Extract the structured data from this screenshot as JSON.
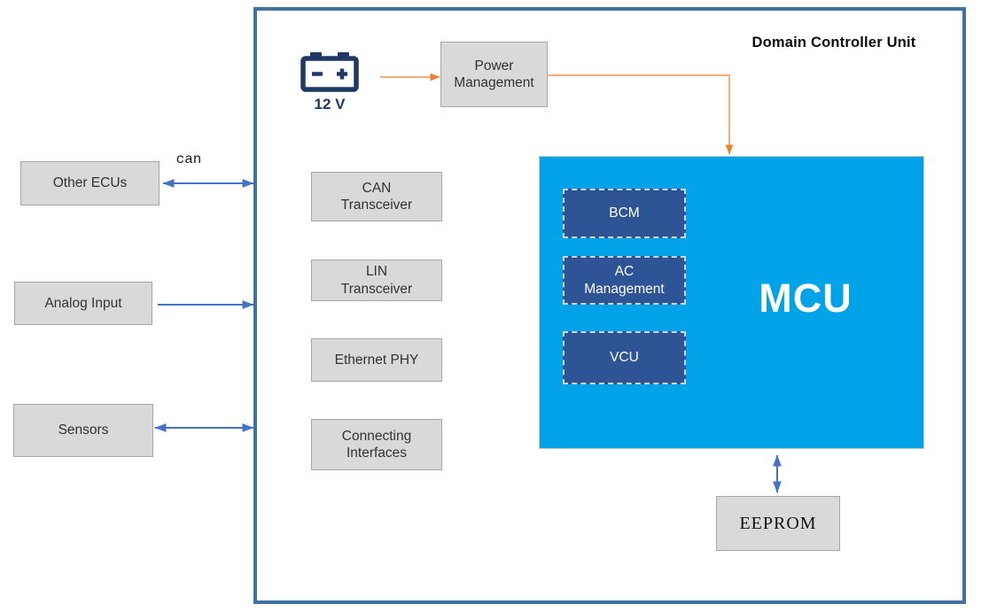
{
  "title": "Domain Controller Unit",
  "battery": {
    "icon": "car-battery",
    "label": "12 V"
  },
  "bus_label": "can",
  "external": {
    "other_ecus": "Other ECUs",
    "analog_input": "Analog Input",
    "sensors": "Sensors"
  },
  "internal": {
    "power_management": "Power Management",
    "can_transceiver": "CAN Transceiver",
    "lin_transceiver": "LIN Transceiver",
    "ethernet_phy": "Ethernet PHY",
    "connecting_interfaces": "Connecting Interfaces"
  },
  "mcu": {
    "label": "MCU",
    "modules": {
      "bcm": "BCM",
      "ac_management": "AC Management",
      "vcu": "VCU"
    }
  },
  "eeprom": "EEPROM",
  "edges": [
    {
      "from": "battery-12v",
      "to": "power_management",
      "style": "orange",
      "heads": "end"
    },
    {
      "from": "power_management",
      "to": "mcu",
      "style": "orange",
      "heads": "end"
    },
    {
      "from": "other_ecus",
      "to": "domain-controller-unit",
      "style": "blue",
      "heads": "both",
      "label": "can"
    },
    {
      "from": "analog_input",
      "to": "domain-controller-unit",
      "style": "blue",
      "heads": "end"
    },
    {
      "from": "sensors",
      "to": "domain-controller-unit",
      "style": "blue",
      "heads": "both"
    },
    {
      "from": "mcu",
      "to": "eeprom",
      "style": "blue",
      "heads": "both"
    }
  ],
  "colors": {
    "frame_border": "#41719C",
    "node_fill": "#D9D9D9",
    "node_border": "#A6A6A6",
    "mcu_fill": "#00A2E8",
    "module_fill": "#2E5496",
    "module_border": "#CBD5E3",
    "orange_line": "#F2A066",
    "orange_head": "#ED7D31",
    "blue_arrow": "#4472C4",
    "battery_color": "#1F3864",
    "text_dark": "#333333",
    "title_color": "#0D0D0D",
    "mcu_text": "#FFFFFF"
  }
}
